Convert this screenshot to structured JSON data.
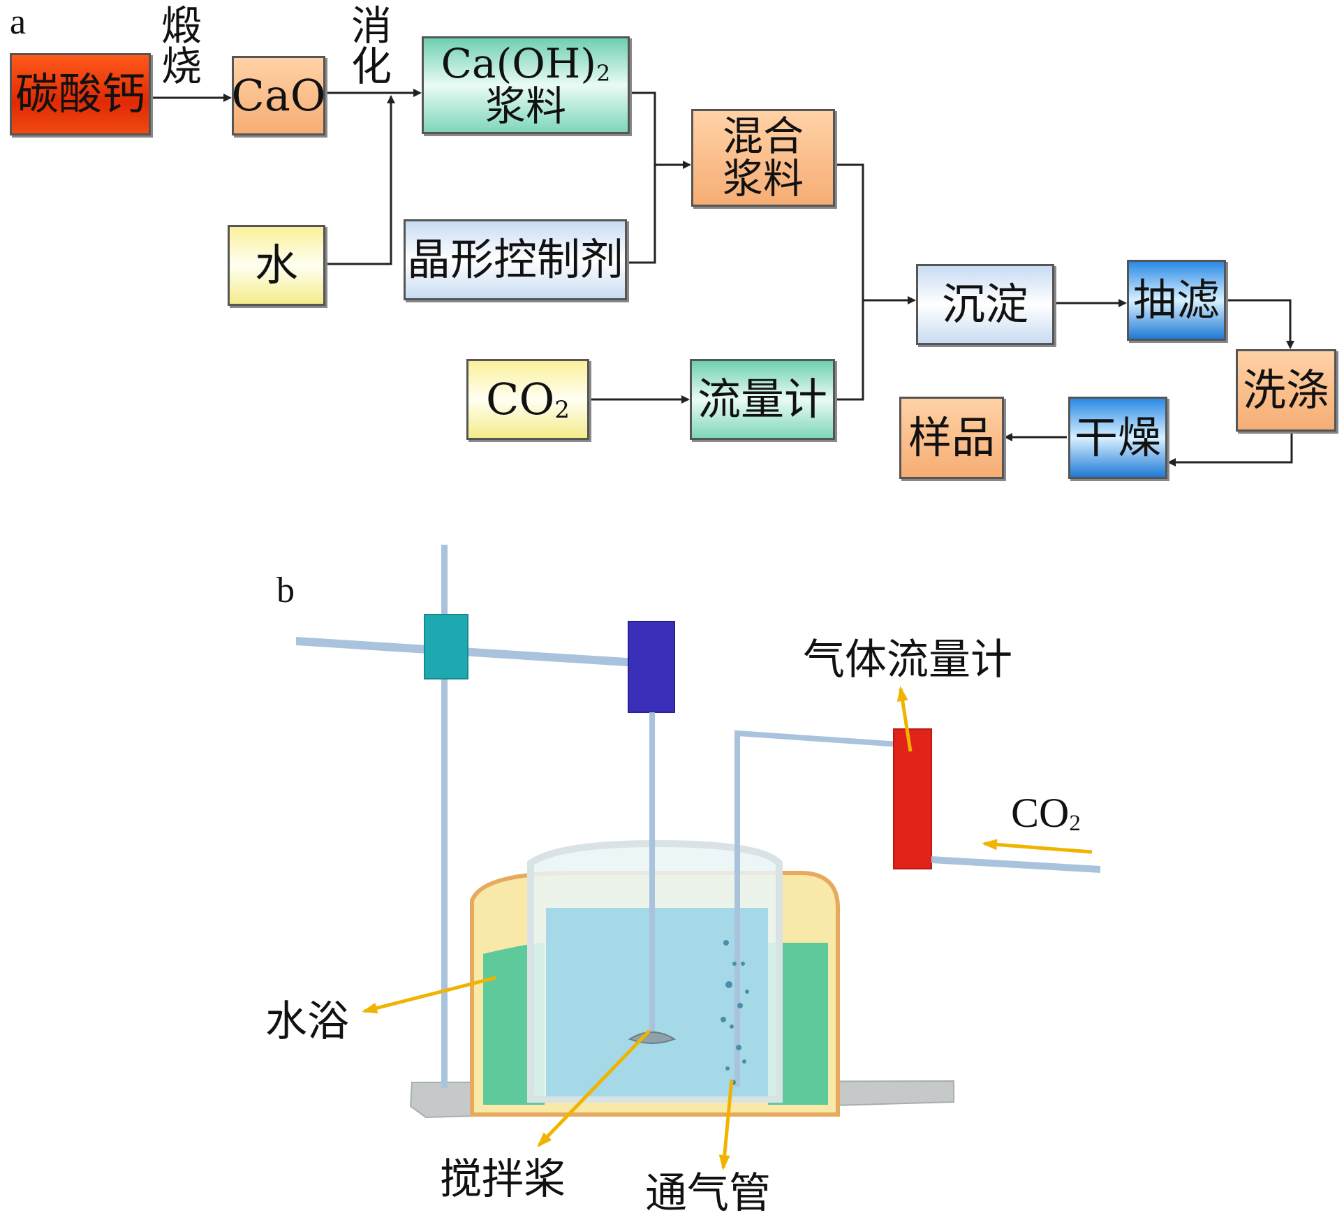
{
  "panel_a": {
    "label": "a",
    "boxes": {
      "caco3": "碳酸钙",
      "cao": "CaO",
      "slurry_main": "Ca(OH)",
      "slurry_sub": "2",
      "slurry_line2": "浆料",
      "mixed_line1": "混合",
      "mixed_line2": "浆料",
      "water": "水",
      "crystal_agent": "晶形控制剂",
      "co2_main": "CO",
      "co2_sub": "2",
      "flowmeter": "流量计",
      "precipitate": "沉淀",
      "filter": "抽滤",
      "wash": "洗涤",
      "dry": "干燥",
      "sample": "样品"
    },
    "step_labels": {
      "calcine": "煅烧",
      "slake": "消化"
    }
  },
  "panel_b": {
    "label": "b",
    "callouts": {
      "gas_flowmeter": "气体流量计",
      "co2_main": "CO",
      "co2_sub": "2",
      "water_bath": "水浴",
      "stirrer": "搅拌桨",
      "gas_tube": "通气管"
    },
    "colors": {
      "clamp": "#1ea8b0",
      "motor": "#3a2fb8",
      "flowmeter": "#e2231a",
      "arrow": "#f0b400",
      "bath_water": "#5ec99a",
      "beaker_liquid": "#9fd6e8",
      "bath_wall": "#f5e08a"
    }
  }
}
